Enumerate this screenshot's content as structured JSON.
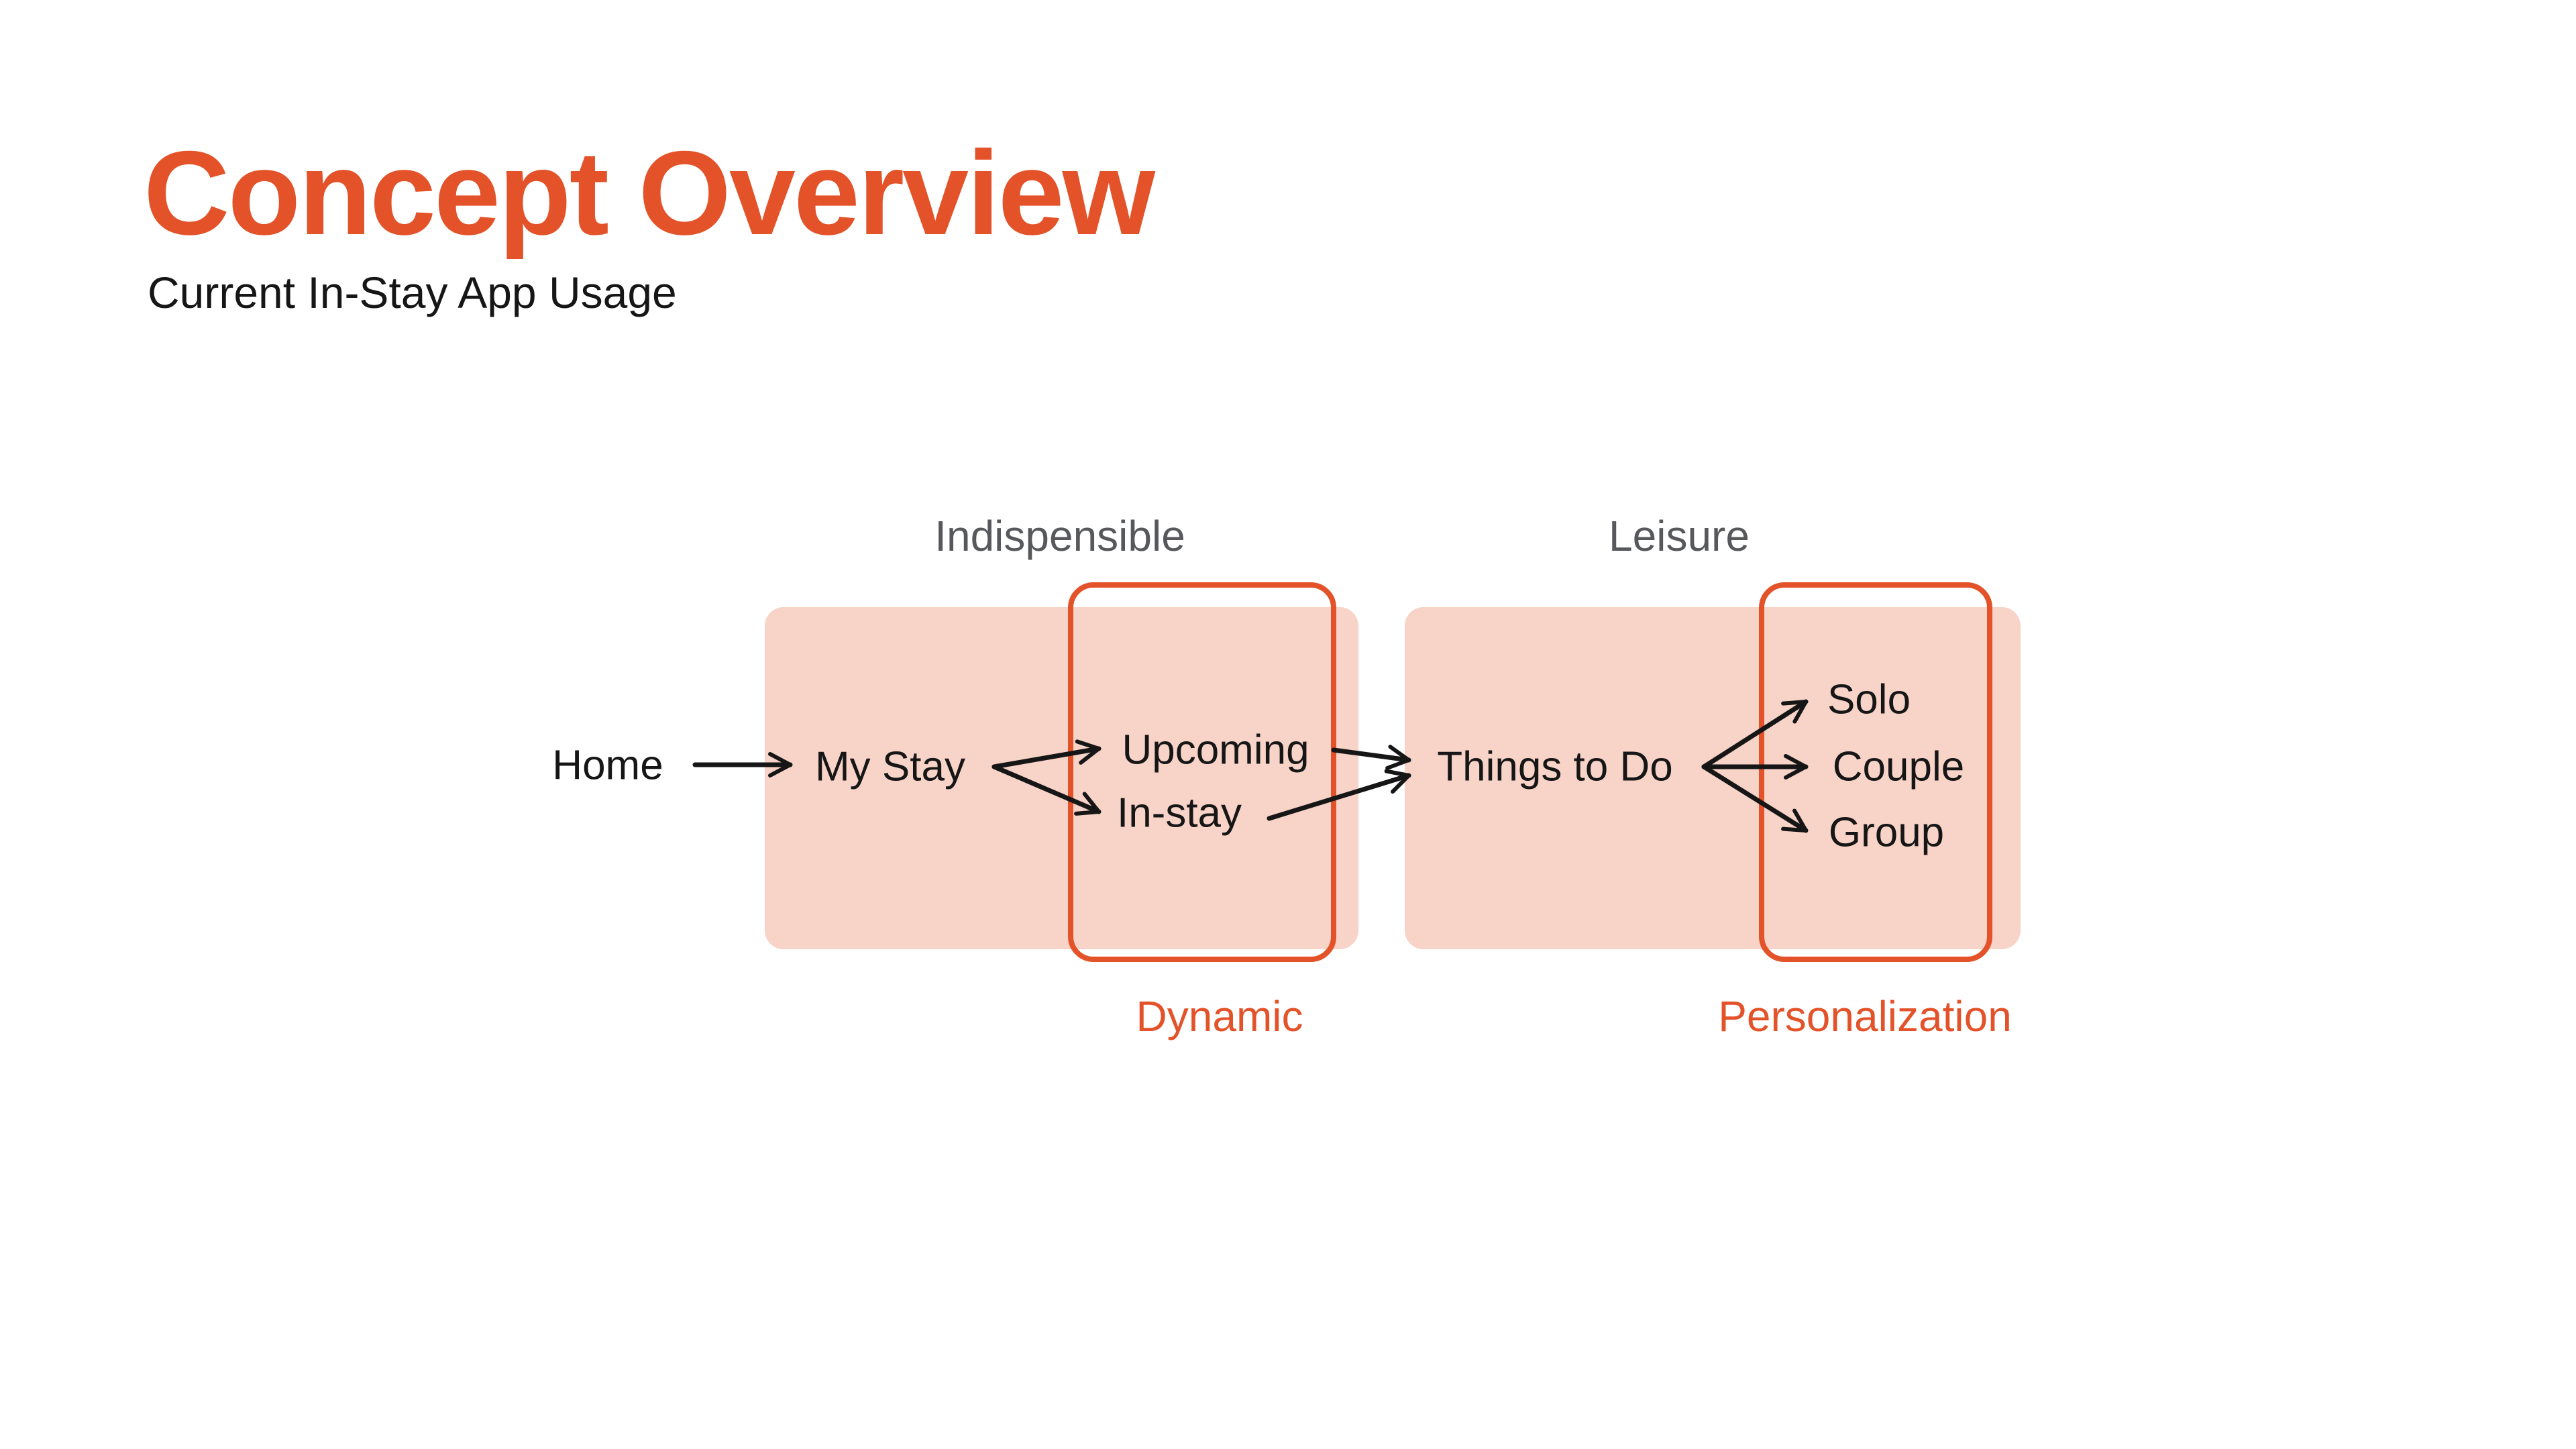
{
  "page": {
    "title": "Concept Overview",
    "subtitle": "Current In-Stay App Usage"
  },
  "colors": {
    "accent": "#E35229",
    "highlight_fill": "#F8D3C8",
    "text": "#161616",
    "muted_label": "#57585B",
    "background": "#FFFFFF"
  },
  "diagram": {
    "group_labels": [
      {
        "id": "indispensible",
        "label": "Indispensible"
      },
      {
        "id": "leisure",
        "label": "Leisure"
      }
    ],
    "callout_labels": [
      {
        "id": "dynamic",
        "label": "Dynamic"
      },
      {
        "id": "personalization",
        "label": "Personalization"
      }
    ],
    "nodes": [
      {
        "id": "home",
        "label": "Home"
      },
      {
        "id": "my-stay",
        "label": "My Stay"
      },
      {
        "id": "upcoming",
        "label": "Upcoming"
      },
      {
        "id": "in-stay",
        "label": "In-stay"
      },
      {
        "id": "things-to-do",
        "label": "Things to Do"
      },
      {
        "id": "solo",
        "label": "Solo"
      },
      {
        "id": "couple",
        "label": "Couple"
      },
      {
        "id": "group",
        "label": "Group"
      }
    ],
    "edges": [
      {
        "from": "home",
        "to": "my-stay"
      },
      {
        "from": "my-stay",
        "to": "upcoming"
      },
      {
        "from": "my-stay",
        "to": "in-stay"
      },
      {
        "from": "upcoming",
        "to": "things-to-do"
      },
      {
        "from": "in-stay",
        "to": "things-to-do"
      },
      {
        "from": "things-to-do",
        "to": "solo"
      },
      {
        "from": "things-to-do",
        "to": "couple"
      },
      {
        "from": "things-to-do",
        "to": "group"
      }
    ]
  }
}
